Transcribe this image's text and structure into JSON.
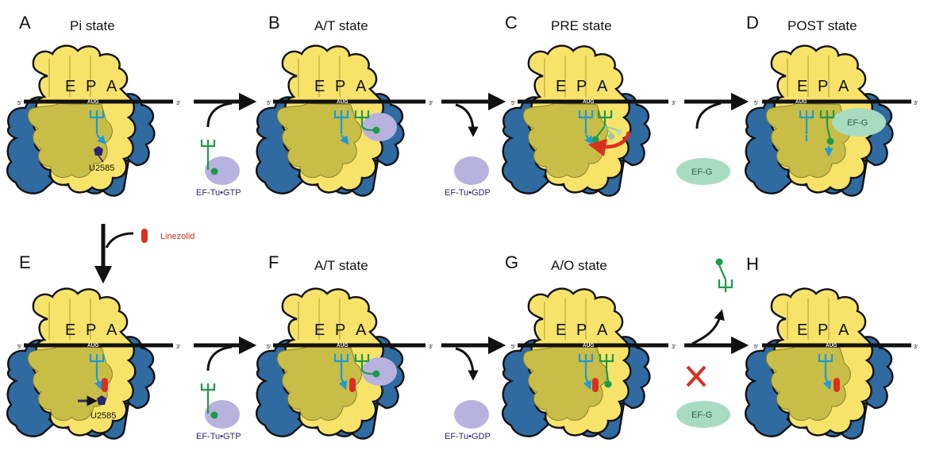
{
  "panels": [
    {
      "letter": "A",
      "title": "Pi state"
    },
    {
      "letter": "B",
      "title": "A/T state"
    },
    {
      "letter": "C",
      "title": "PRE state"
    },
    {
      "letter": "D",
      "title": "POST state"
    },
    {
      "letter": "E",
      "title": ""
    },
    {
      "letter": "F",
      "title": "A/T state"
    },
    {
      "letter": "G",
      "title": "A/O state"
    },
    {
      "letter": "H",
      "title": ""
    }
  ],
  "sites": {
    "e": "E",
    "p": "P",
    "a": "A"
  },
  "mrna": {
    "codon": "AUG",
    "five_prime": "5'",
    "three_prime": "3'"
  },
  "labels": {
    "u2585": "U2585",
    "ef_tu_gtp": "EF-Tu•GTP",
    "ef_tu_gdp": "EF-Tu•GDP",
    "ef_g": "EF-G",
    "linezolid": "Linezolid"
  },
  "colors": {
    "large_subunit": "#f7e36a",
    "small_subunit": "#c8bd47",
    "outer_domain": "#2f6aa1",
    "p_site_trna": "#1f9ad6",
    "a_site_trna": "#1f9a4a",
    "ef_tu": "#b7b3de",
    "ef_g": "#a8dcc0",
    "linezolid": "#d9301f",
    "u2585": "#2b2470",
    "rotation_arrow": "#d9301f",
    "block_cross": "#d9301f"
  }
}
